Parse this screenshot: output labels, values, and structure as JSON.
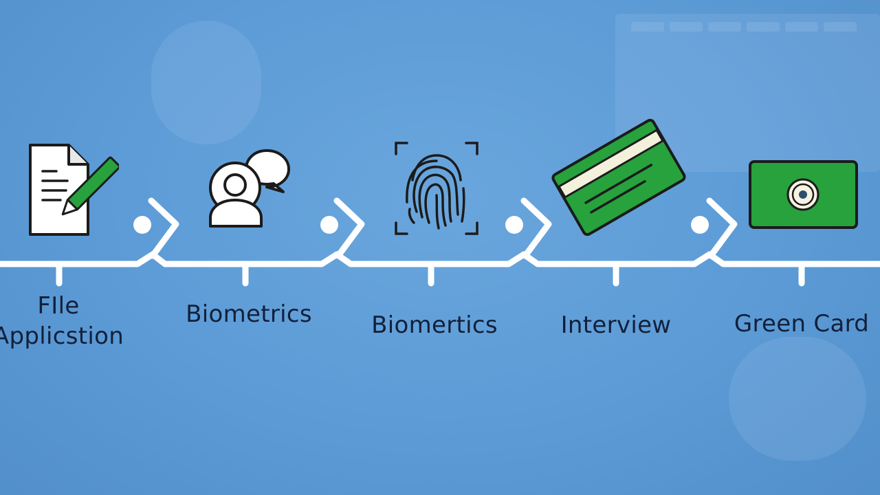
{
  "colors": {
    "background": "#5c9bd6",
    "track": "#ffffff",
    "accent_green": "#27a23d",
    "label_text": "#12203a"
  },
  "steps": [
    {
      "label_line1": "FIle",
      "label_line2": "Applicstion",
      "icon": "document-pencil-icon"
    },
    {
      "label": "Biometrics",
      "icon": "person-chat-icon"
    },
    {
      "label": "Biomertics",
      "icon": "fingerprint-icon"
    },
    {
      "label": "Interview",
      "icon": "green-card-tilted-icon"
    },
    {
      "label": "Green Card",
      "icon": "green-card-seal-icon"
    }
  ]
}
